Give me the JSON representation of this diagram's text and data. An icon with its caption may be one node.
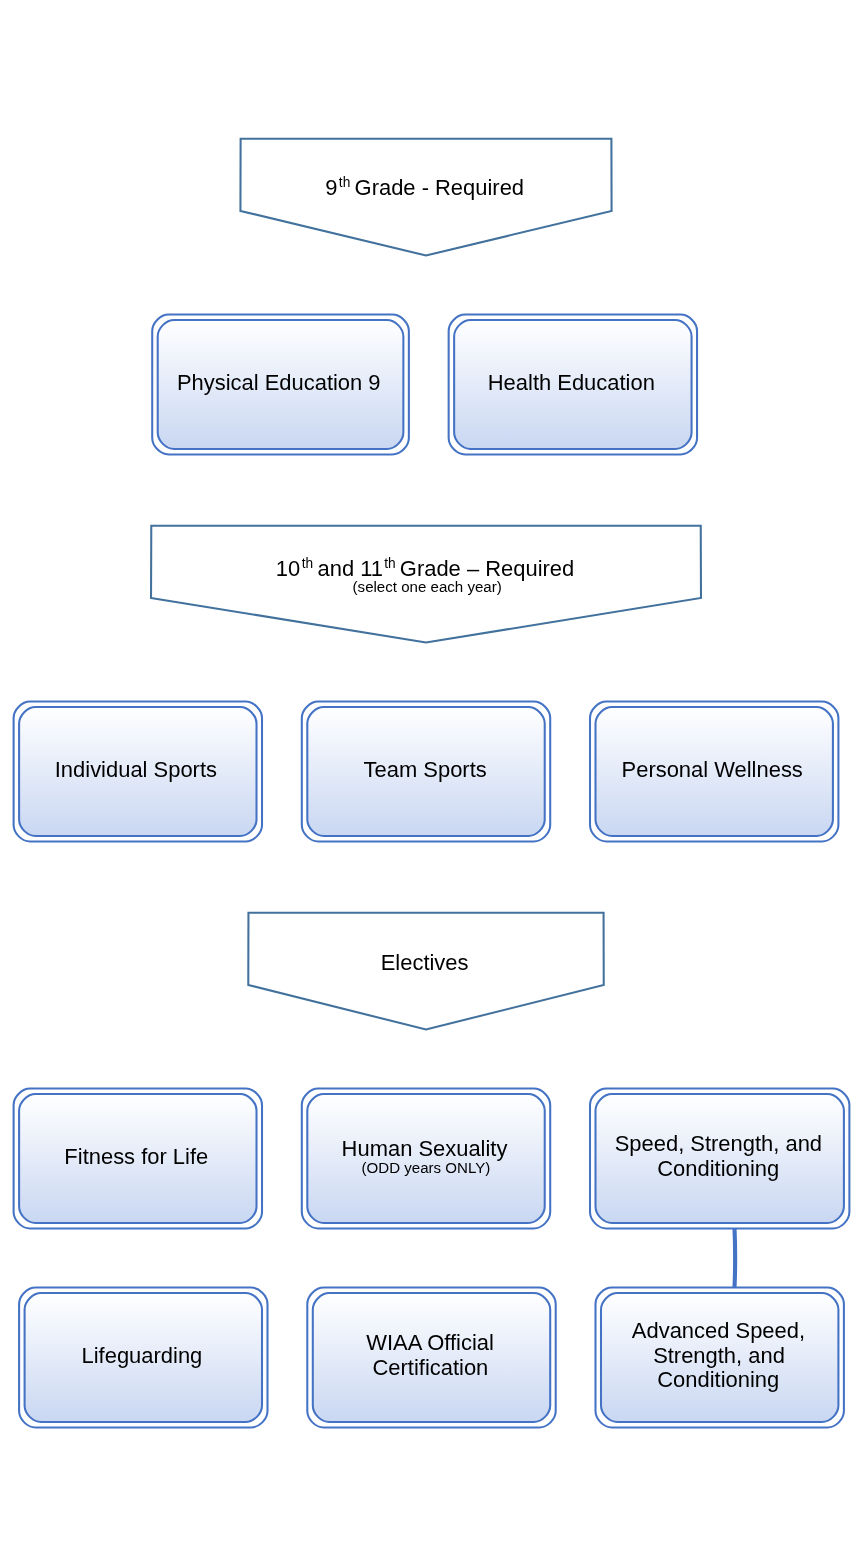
{
  "diagram": {
    "nodes": [
      {
        "text": [
          "9$^{th}$ Grade - Required"
        ]
      },
      {
        "text": [
          "Physical Education 9"
        ]
      },
      {
        "text": [
          "Health Education"
        ]
      },
      {
        "text": [
          "10$^{th}$ and 11$^{th}$ Grade – Required",
          "(select one each year)"
        ]
      },
      {
        "text": [
          "Individual Sports"
        ]
      },
      {
        "text": [
          "Team Sports"
        ]
      },
      {
        "text": [
          "Personal Wellness"
        ]
      },
      {
        "text": [
          "Electives"
        ]
      },
      {
        "text": [
          "Fitness for Life"
        ]
      },
      {
        "text": [
          "Human Sexuality",
          "(ODD years ONLY)"
        ]
      },
      {
        "text": [
          "Speed, Strength, and Conditioning"
        ]
      },
      {
        "text": [
          "Lifeguarding"
        ]
      },
      {
        "text": [
          "WIAA Official Certification"
        ]
      },
      {
        "text": [
          "Advanced Speed, Strength, and Conditioning"
        ]
      }
    ],
    "edges": [
      {
        "from": 10,
        "to": 13,
        "arrow": "none"
      }
    ]
  }
}
